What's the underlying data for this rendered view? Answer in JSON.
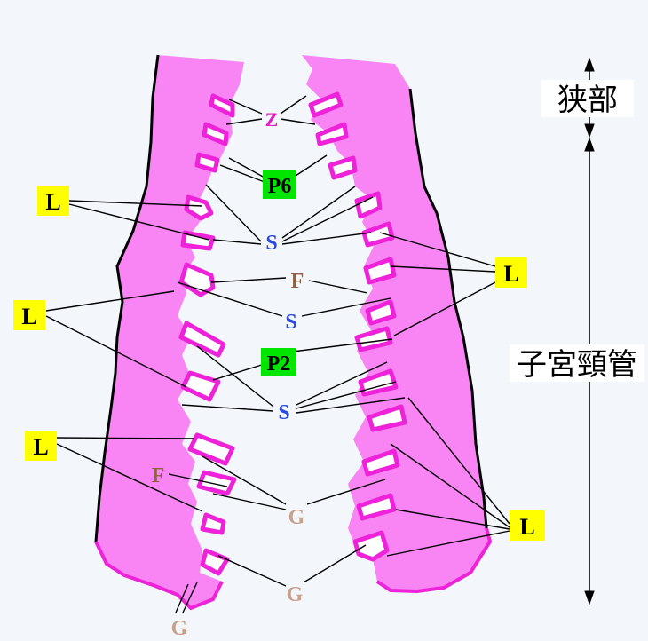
{
  "labels": {
    "Z": "Z",
    "P6": "P6",
    "P2": "P2",
    "S": "S",
    "F": "F",
    "G": "G",
    "L": "L"
  },
  "side": {
    "isthmus": "狭部",
    "cervical_canal": "子宮頸管"
  },
  "colors": {
    "tissue_fill": "#f985f5",
    "tissue_edge": "#ee22d8",
    "outer_edge": "#000000",
    "canal": "#ffffff",
    "label_yellow": "#ffff00",
    "label_green": "#00e600",
    "s_blue": "#2b48e0",
    "f_brown": "#8e6242",
    "g_tan": "#c9a18a",
    "z_magenta": "#e020c8",
    "background": "#f3f7fb"
  }
}
